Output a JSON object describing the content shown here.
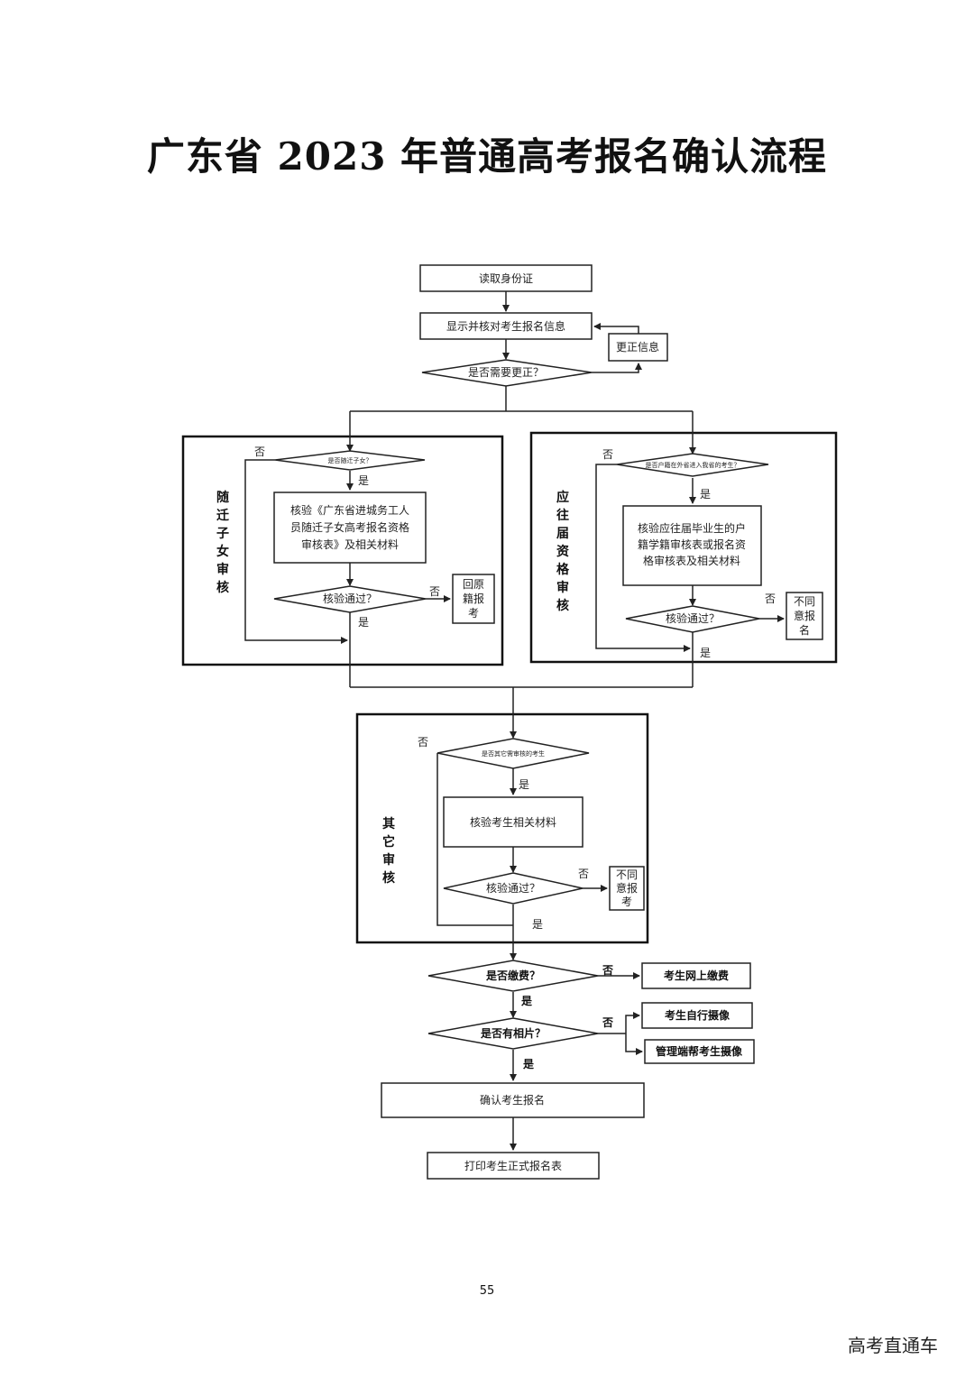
{
  "title": "广东省 2023 年普通高考报名确认流程",
  "nodes": {
    "read_id": "读取身份证",
    "show_info": "显示并核对考生报名信息",
    "correct_info": "更正信息",
    "need_correct": "是否需要更正？",
    "migrant_q": "是否随迁子女？",
    "migrant_verify": [
      "核验《广东省进城务工人",
      "员随迁子女高考报名资格",
      "审核表》及相关材料"
    ],
    "migrant_pass": "核验通过？",
    "return_home": [
      "回原",
      "籍报",
      "考"
    ],
    "grad_q": "是否户籍在外省进入我省的考生？",
    "grad_verify": [
      "核验应往届毕业生的户",
      "籍学籍审核表或报名资",
      "格审核表及相关材料"
    ],
    "grad_pass": "核验通过？",
    "grad_reject": [
      "不同",
      "意报",
      "名"
    ],
    "other_q": "是否其它需审核的考生",
    "other_verify": "核验考生相关材料",
    "other_pass": "核验通过？",
    "other_reject": [
      "不同",
      "意报",
      "考"
    ],
    "paid_q": "是否缴费？",
    "pay_online": "考生网上缴费",
    "photo_q": "是否有相片？",
    "self_photo": "考生自行摄像",
    "admin_photo": "管理端帮考生摄像",
    "confirm": "确认考生报名",
    "print": "打印考生正式报名表"
  },
  "sections": {
    "migrant": [
      "随",
      "迁",
      "子",
      "女",
      "审",
      "核"
    ],
    "grad": [
      "应",
      "往",
      "届",
      "资",
      "格",
      "审",
      "核"
    ],
    "other": [
      "其",
      "它",
      "审",
      "核"
    ]
  },
  "edge_labels": {
    "yes": "是",
    "no": "否"
  },
  "page_number": "55",
  "watermark": "高考直通车"
}
